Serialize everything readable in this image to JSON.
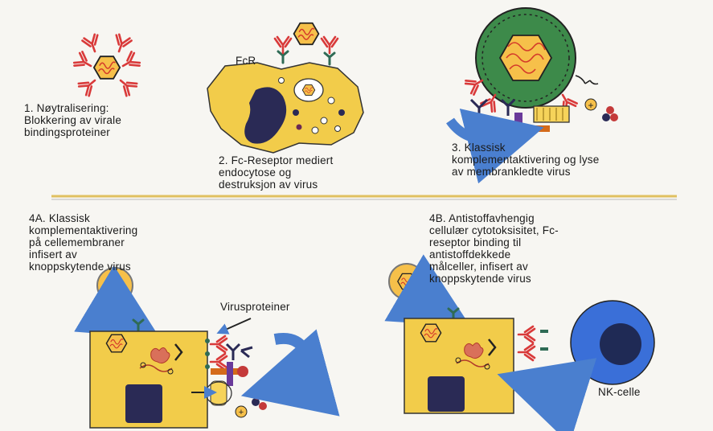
{
  "panels": {
    "p1": {
      "caption": "1. Nøytralisering:\nBlokkering av virale\nbindingsproteiner"
    },
    "p2": {
      "fcr_label": "FcR",
      "caption": "2. Fc-Reseptor mediert\nendocytose og\ndestruksjon av virus"
    },
    "p3": {
      "caption": "3. Klassisk\nkomplementaktivering og lyse\nav membrankledte virus",
      "plus_symbol": "+"
    },
    "p4a": {
      "caption": "4A. Klassisk\nkomplementaktivering\npå cellemembraner\ninfisert av\nknoppskytende virus",
      "virusproteiner_label": "Virusproteiner",
      "plus_symbol": "+"
    },
    "p4b": {
      "caption": "4B. Antistoffavhengig\ncellulær cytotoksisitet, Fc-\nreseptor binding til\nantistoffdekkede\nmålceller, infisert av\nknoppskytende virus",
      "nk_label": "NK-celle"
    }
  },
  "colors": {
    "antibody": "#d93a3a",
    "cell_yellow": "#f2cc4a",
    "nucleus": "#2a2a55",
    "virus_green": "#3d8a4a",
    "nk_blue": "#3a6fd8",
    "arrow_blue": "#4a7fcf",
    "divider": "#e0c060"
  }
}
